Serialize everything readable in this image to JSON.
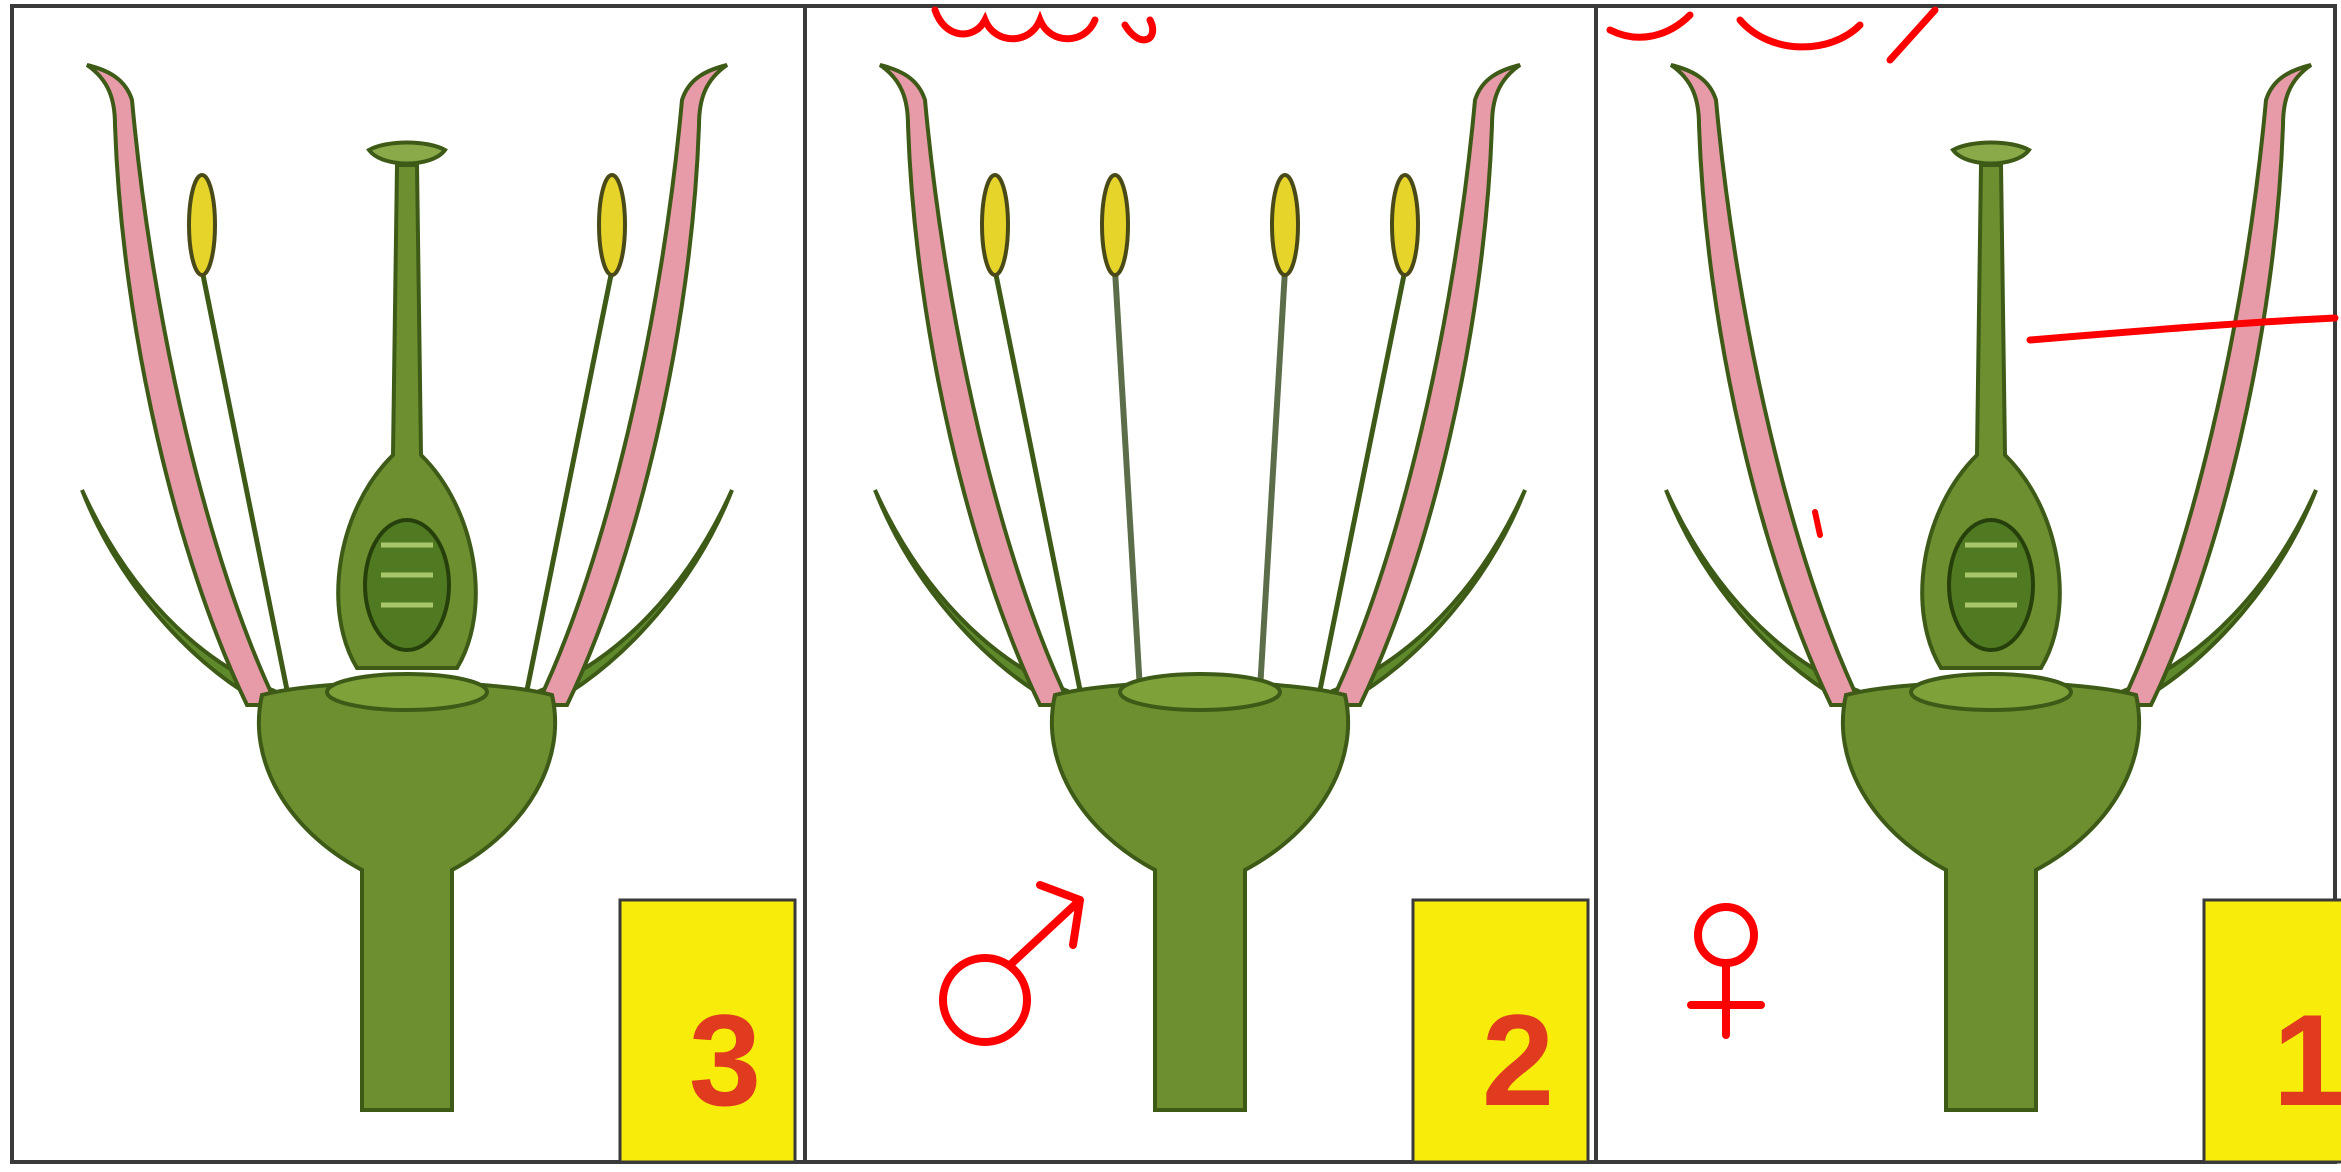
{
  "panels": [
    {
      "number": "3",
      "stamens": 2,
      "pistil": true,
      "sex_symbol": ""
    },
    {
      "number": "2",
      "stamens": 4,
      "pistil": false,
      "sex_symbol": "male"
    },
    {
      "number": "1",
      "stamens": 0,
      "pistil": true,
      "sex_symbol": "female"
    }
  ],
  "colors": {
    "frame": "#3a3a3a",
    "label_box": "#f7ec0a",
    "label_number": "#e03a1f",
    "stem": "#6e8f2f",
    "stem_dark": "#3d5a17",
    "sepal": "#5f8a2c",
    "petal": "#e79aa8",
    "anther": "#e6d42a",
    "ink": "#ff0000"
  }
}
